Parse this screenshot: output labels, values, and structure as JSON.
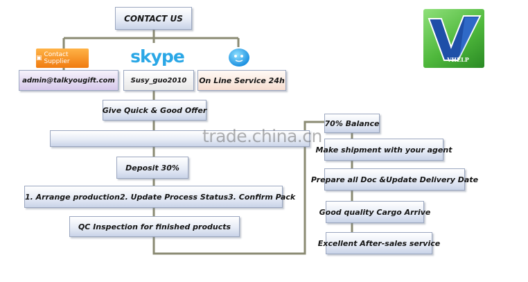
{
  "header": {
    "title": "CONTACT US"
  },
  "contact_channels": {
    "supplier_badge": "Contact Supplier",
    "skype_logo": "skype",
    "email": "admin@talkyougift.com",
    "skype_id": "Susy_guo2010",
    "online_service": "On Line Service 24h"
  },
  "workflow": {
    "offer": "Give Quick & Good Offer",
    "deposit": "Deposit 30%",
    "steps": [
      "1. Arrange production",
      "2. Update Process Status",
      "3. Confirm Pack"
    ],
    "qc": "QC Inspection for finished products",
    "balance": "70% Balance",
    "shipment": "Make shipment with your agent",
    "documents": "Prepare all Doc &Update Delivery Date",
    "cargo": "Good quality Cargo Arrive",
    "aftersales": "Excellent After-sales service"
  },
  "watermark": "trade.china.cn",
  "logo": {
    "text": "VHELP",
    "color": "#4fb83c"
  },
  "colors": {
    "connector": "#8a8a72",
    "box_bottom": "#c9d3e8",
    "supplier_orange": "#f07b10",
    "skype_blue": "#2aa7e6"
  },
  "icons": {
    "chat": "chat-bubble-icon",
    "supplier": "building-icon"
  }
}
